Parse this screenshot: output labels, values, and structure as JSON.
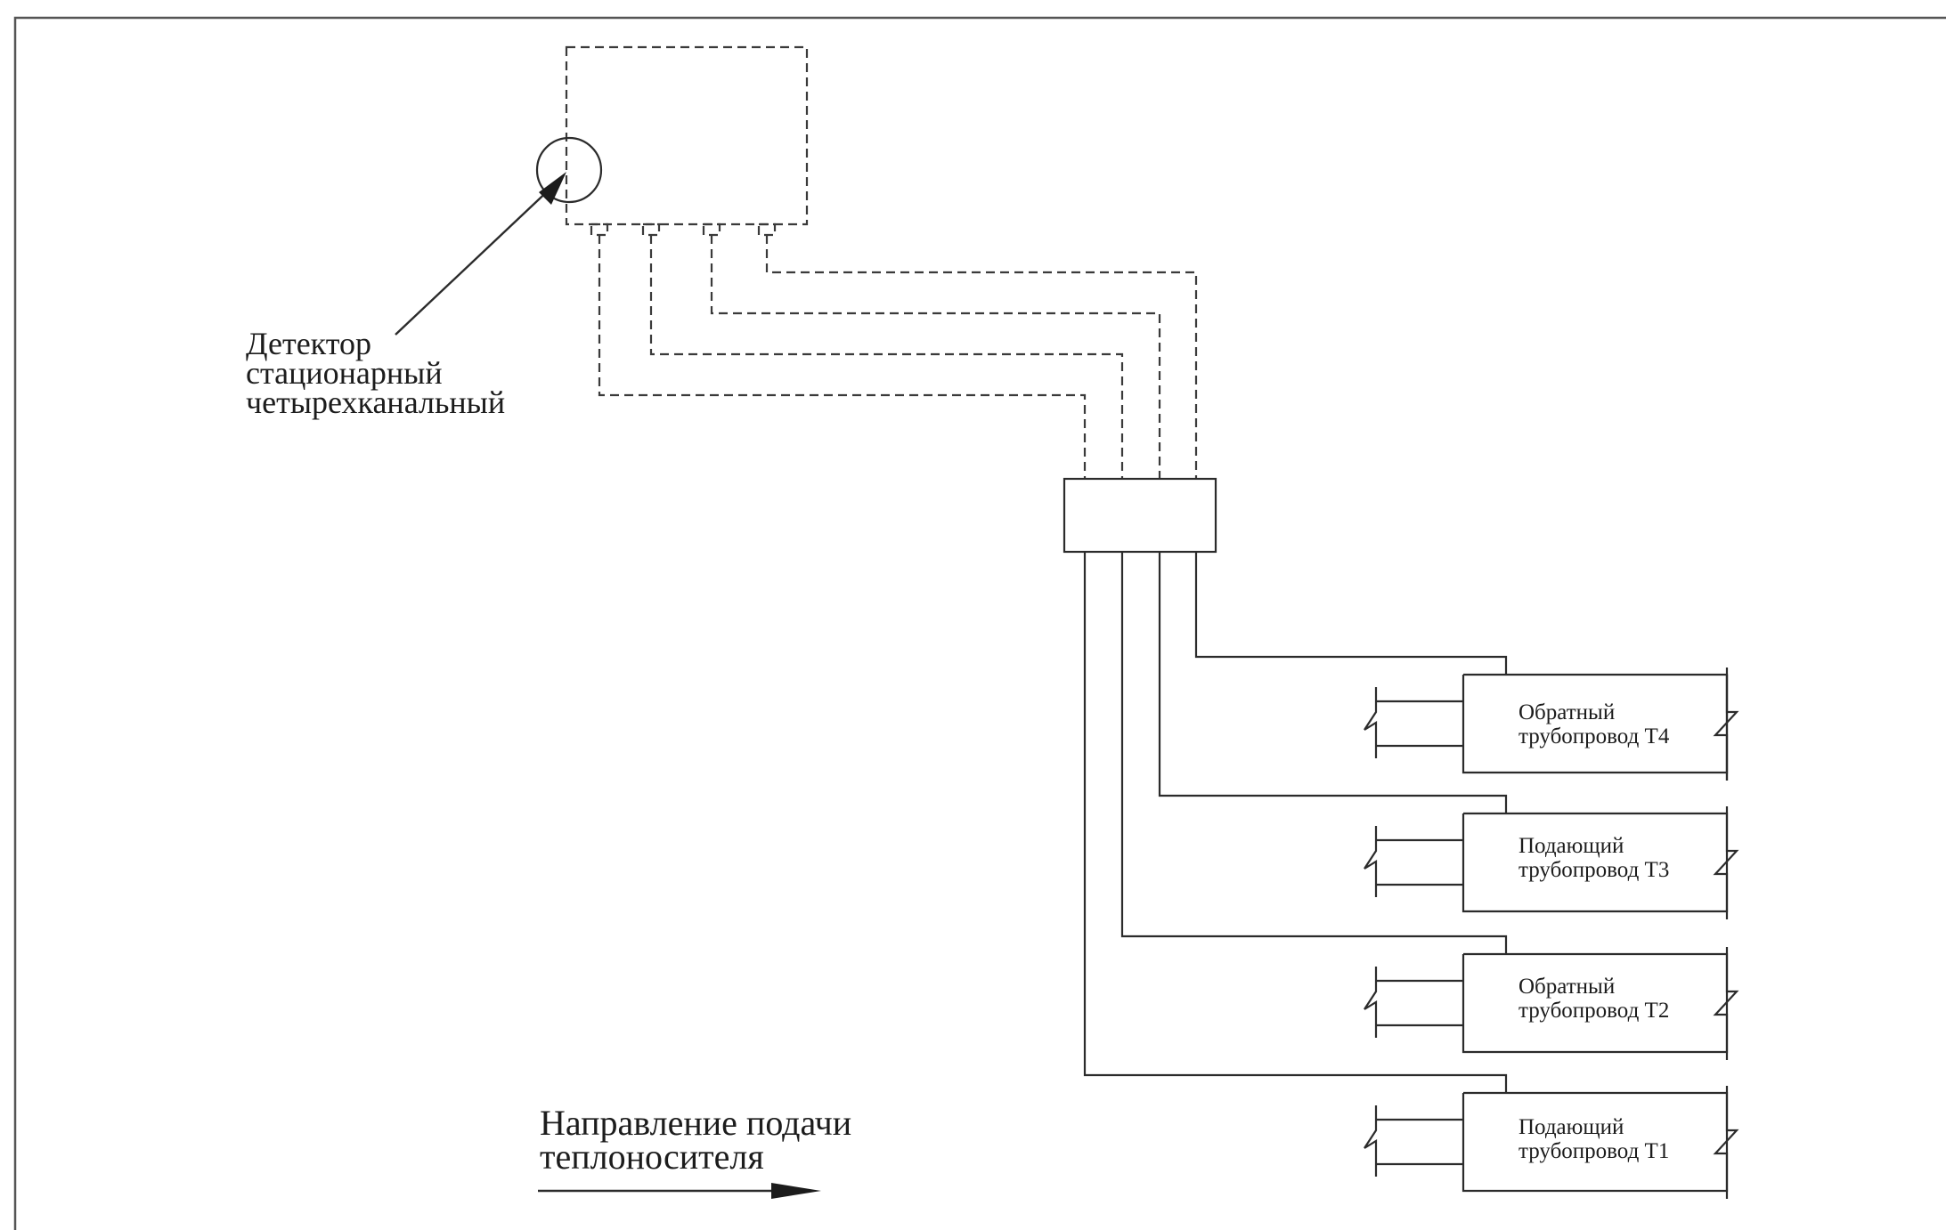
{
  "detector_label": {
    "line1": "Детектор",
    "line2": "стационарный",
    "line3": "четырехканальный"
  },
  "flow_direction_label": {
    "line1": "Направление подачи",
    "line2": "теплоносителя"
  },
  "pipes": [
    {
      "id": "T4",
      "line1": "Обратный",
      "line2": "трубопровод Т4"
    },
    {
      "id": "T3",
      "line1": "Подающий",
      "line2": "трубопровод Т3"
    },
    {
      "id": "T2",
      "line1": "Обратный",
      "line2": "трубопровод Т2"
    },
    {
      "id": "T1",
      "line1": "Подающий",
      "line2": "трубопровод Т1"
    }
  ],
  "colors": {
    "line": "#2b2b2b",
    "frame": "#555555",
    "text": "#1c1c1c",
    "background": "#ffffff"
  }
}
